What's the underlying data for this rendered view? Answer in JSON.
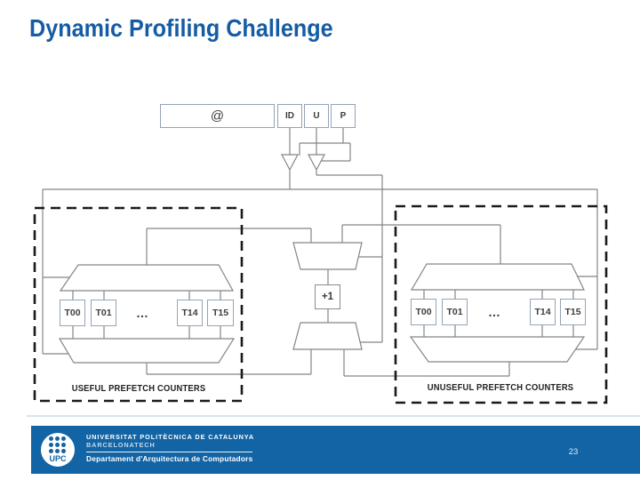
{
  "slide": {
    "title": "Dynamic Profiling Challenge",
    "page_number": "23"
  },
  "colors": {
    "title_blue": "#155CA4",
    "footer_blue": "#1264A5",
    "wire_gray": "#858585",
    "box_border_blue_gray": "#92A3B6",
    "dashed_black": "#1a1a1a"
  },
  "diagram": {
    "register": {
      "fields": [
        "@",
        "ID",
        "U",
        "P"
      ]
    },
    "increment_label": "+1",
    "left_group": {
      "caption": "USEFUL PREFETCH COUNTERS",
      "counters": [
        "T00",
        "T01",
        "…",
        "T14",
        "T15"
      ]
    },
    "right_group": {
      "caption": "UNUSEFUL PREFETCH COUNTERS",
      "counters": [
        "T00",
        "T01",
        "…",
        "T14",
        "T15"
      ]
    }
  },
  "footer": {
    "logo_text": "UPC",
    "line1": "UNIVERSITAT POLITÈCNICA DE CATALUNYA",
    "line2": "BARCELONATECH",
    "line3": "Departament d'Arquitectura de Computadors"
  }
}
